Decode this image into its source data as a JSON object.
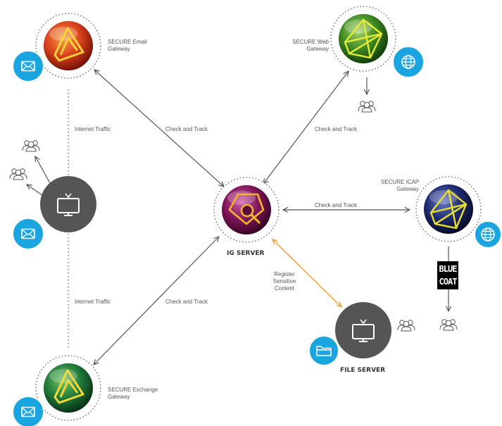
{
  "labels": {
    "email_gateway": [
      "SECURE Email",
      "Gateway"
    ],
    "web_gateway": [
      "SECURE Web",
      "Gateway"
    ],
    "icap_gateway": [
      "SECURE ICAP",
      "Gateway"
    ],
    "exchange_gateway": [
      "SECURE Exchange",
      "Gateway"
    ],
    "ig_server": "IG SERVER",
    "file_server": "FILE SERVER",
    "register": [
      "Register",
      "Sensitive",
      "Content"
    ],
    "check_track": "Check and Track",
    "internet_traffic": "Internet Traffic",
    "bluecoat": [
      "BLUE",
      "COAT"
    ]
  },
  "colors": {
    "arrow": "#555555",
    "orange_arrow": "#F39A2D",
    "badge_blue": "#1AA5E0",
    "device_dark": "#555555",
    "email_orb": "#E2581C",
    "web_orb": "#4E9A2A",
    "ig_orb": "#8C1F66",
    "icap_orb": "#1E2A6E",
    "exchange_orb": "#1F7A3A"
  },
  "icons": [
    "envelope-icon",
    "globe-icon",
    "users-icon",
    "monitor-icon",
    "folder-icon"
  ]
}
